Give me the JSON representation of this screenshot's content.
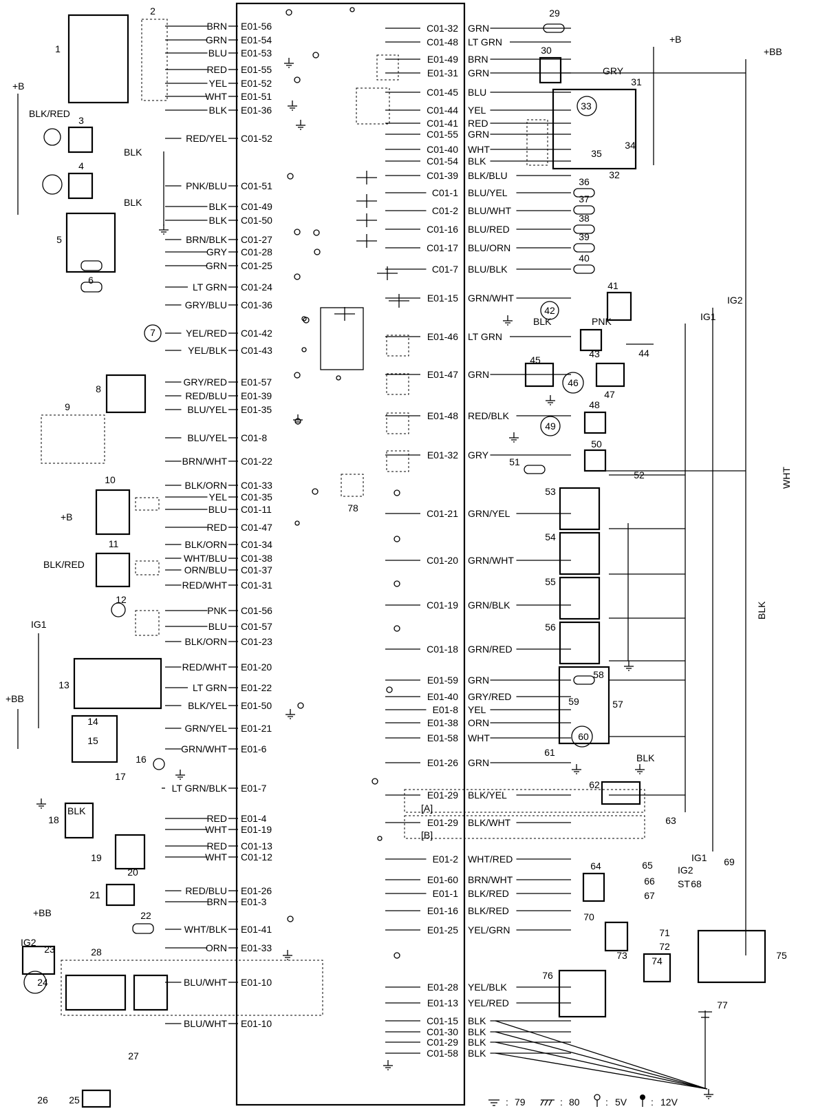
{
  "ecu_left_pins": [
    {
      "wire": "BRN",
      "pin": "E01-56"
    },
    {
      "wire": "GRN",
      "pin": "E01-54"
    },
    {
      "wire": "BLU",
      "pin": "E01-53"
    },
    {
      "wire": "RED",
      "pin": "E01-55"
    },
    {
      "wire": "YEL",
      "pin": "E01-52"
    },
    {
      "wire": "WHT",
      "pin": "E01-51"
    },
    {
      "wire": "BLK",
      "pin": "E01-36"
    },
    {
      "wire": "RED/YEL",
      "pin": "C01-52"
    },
    {
      "wire": "PNK/BLU",
      "pin": "C01-51"
    },
    {
      "wire": "BLK",
      "pin": "C01-49"
    },
    {
      "wire": "BLK",
      "pin": "C01-50"
    },
    {
      "wire": "BRN/BLK",
      "pin": "C01-27"
    },
    {
      "wire": "GRY",
      "pin": "C01-28"
    },
    {
      "wire": "GRN",
      "pin": "C01-25"
    },
    {
      "wire": "LT GRN",
      "pin": "C01-24"
    },
    {
      "wire": "GRY/BLU",
      "pin": "C01-36"
    },
    {
      "wire": "YEL/RED",
      "pin": "C01-42"
    },
    {
      "wire": "YEL/BLK",
      "pin": "C01-43"
    },
    {
      "wire": "GRY/RED",
      "pin": "E01-57"
    },
    {
      "wire": "RED/BLU",
      "pin": "E01-39"
    },
    {
      "wire": "BLU/YEL",
      "pin": "E01-35"
    },
    {
      "wire": "BLU/YEL",
      "pin": "C01-8"
    },
    {
      "wire": "BRN/WHT",
      "pin": "C01-22"
    },
    {
      "wire": "BLK/ORN",
      "pin": "C01-33"
    },
    {
      "wire": "YEL",
      "pin": "C01-35"
    },
    {
      "wire": "BLU",
      "pin": "C01-11"
    },
    {
      "wire": "RED",
      "pin": "C01-47"
    },
    {
      "wire": "BLK/ORN",
      "pin": "C01-34"
    },
    {
      "wire": "WHT/BLU",
      "pin": "C01-38"
    },
    {
      "wire": "ORN/BLU",
      "pin": "C01-37"
    },
    {
      "wire": "RED/WHT",
      "pin": "C01-31"
    },
    {
      "wire": "PNK",
      "pin": "C01-56"
    },
    {
      "wire": "BLU",
      "pin": "C01-57"
    },
    {
      "wire": "BLK/ORN",
      "pin": "C01-23"
    },
    {
      "wire": "RED/WHT",
      "pin": "E01-20"
    },
    {
      "wire": "LT GRN",
      "pin": "E01-22"
    },
    {
      "wire": "BLK/YEL",
      "pin": "E01-50"
    },
    {
      "wire": "GRN/YEL",
      "pin": "E01-21"
    },
    {
      "wire": "GRN/WHT",
      "pin": "E01-6"
    },
    {
      "wire": "LT GRN/BLK",
      "pin": "E01-7"
    },
    {
      "wire": "RED",
      "pin": "E01-4"
    },
    {
      "wire": "WHT",
      "pin": "E01-19"
    },
    {
      "wire": "RED",
      "pin": "C01-13"
    },
    {
      "wire": "WHT",
      "pin": "C01-12"
    },
    {
      "wire": "RED/BLU",
      "pin": "E01-26"
    },
    {
      "wire": "BRN",
      "pin": "E01-3"
    },
    {
      "wire": "WHT/BLK",
      "pin": "E01-41"
    },
    {
      "wire": "ORN",
      "pin": "E01-33"
    },
    {
      "wire": "BLU/WHT",
      "pin": "E01-10"
    },
    {
      "wire": "BLU/WHT",
      "pin": "E01-10"
    }
  ],
  "ecu_right_pins": [
    {
      "pin": "C01-32",
      "wire": "GRN"
    },
    {
      "pin": "C01-48",
      "wire": "LT GRN"
    },
    {
      "pin": "E01-49",
      "wire": "BRN"
    },
    {
      "pin": "E01-31",
      "wire": "GRN"
    },
    {
      "pin": "C01-45",
      "wire": "BLU"
    },
    {
      "pin": "C01-44",
      "wire": "YEL"
    },
    {
      "pin": "C01-41",
      "wire": "RED"
    },
    {
      "pin": "C01-55",
      "wire": "GRN"
    },
    {
      "pin": "C01-40",
      "wire": "WHT"
    },
    {
      "pin": "C01-54",
      "wire": "BLK"
    },
    {
      "pin": "C01-39",
      "wire": "BLK/BLU"
    },
    {
      "pin": "C01-1",
      "wire": "BLU/YEL"
    },
    {
      "pin": "C01-2",
      "wire": "BLU/WHT"
    },
    {
      "pin": "C01-16",
      "wire": "BLU/RED"
    },
    {
      "pin": "C01-17",
      "wire": "BLU/ORN"
    },
    {
      "pin": "C01-7",
      "wire": "BLU/BLK"
    },
    {
      "pin": "E01-15",
      "wire": "GRN/WHT"
    },
    {
      "pin": "E01-46",
      "wire": "LT GRN"
    },
    {
      "pin": "E01-47",
      "wire": "GRN"
    },
    {
      "pin": "E01-48",
      "wire": "RED/BLK"
    },
    {
      "pin": "E01-32",
      "wire": "GRY"
    },
    {
      "pin": "C01-21",
      "wire": "GRN/YEL"
    },
    {
      "pin": "C01-20",
      "wire": "GRN/WHT"
    },
    {
      "pin": "C01-19",
      "wire": "GRN/BLK"
    },
    {
      "pin": "C01-18",
      "wire": "GRN/RED"
    },
    {
      "pin": "E01-59",
      "wire": "GRN"
    },
    {
      "pin": "E01-40",
      "wire": "GRY/RED"
    },
    {
      "pin": "E01-8",
      "wire": "YEL"
    },
    {
      "pin": "E01-38",
      "wire": "ORN"
    },
    {
      "pin": "E01-58",
      "wire": "WHT"
    },
    {
      "pin": "E01-26",
      "wire": "GRN"
    },
    {
      "pin": "E01-29",
      "wire": "BLK/YEL"
    },
    {
      "pin": "E01-29",
      "wire": "BLK/WHT"
    },
    {
      "pin": "E01-2",
      "wire": "WHT/RED"
    },
    {
      "pin": "E01-60",
      "wire": "BRN/WHT"
    },
    {
      "pin": "E01-1",
      "wire": "BLK/RED"
    },
    {
      "pin": "E01-16",
      "wire": "BLK/RED"
    },
    {
      "pin": "E01-25",
      "wire": "YEL/GRN"
    },
    {
      "pin": "E01-28",
      "wire": "YEL/BLK"
    },
    {
      "pin": "E01-13",
      "wire": "YEL/RED"
    },
    {
      "pin": "C01-15",
      "wire": "BLK"
    },
    {
      "pin": "C01-30",
      "wire": "BLK"
    },
    {
      "pin": "C01-29",
      "wire": "BLK"
    },
    {
      "pin": "C01-58",
      "wire": "BLK"
    }
  ],
  "component_numbers": [
    "1",
    "2",
    "3",
    "4",
    "5",
    "6",
    "7",
    "8",
    "9",
    "10",
    "11",
    "12",
    "13",
    "14",
    "15",
    "16",
    "17",
    "18",
    "19",
    "20",
    "21",
    "22",
    "23",
    "24",
    "25",
    "26",
    "27",
    "28",
    "29",
    "30",
    "31",
    "32",
    "33",
    "34",
    "35",
    "36",
    "37",
    "38",
    "39",
    "40",
    "41",
    "42",
    "43",
    "44",
    "45",
    "46",
    "47",
    "48",
    "49",
    "50",
    "51",
    "52",
    "53",
    "54",
    "55",
    "56",
    "57",
    "58",
    "59",
    "60",
    "61",
    "62",
    "63",
    "64",
    "65",
    "66",
    "67",
    "68",
    "69",
    "70",
    "71",
    "72",
    "73",
    "74",
    "75",
    "76",
    "77",
    "78"
  ],
  "supply_labels": {
    "plus_b": "+B",
    "plus_bb": "+BB",
    "ig1": "IG1",
    "ig2": "IG2",
    "st": "ST"
  },
  "misc_labels": {
    "blk_red": "BLK/RED",
    "blk": "BLK",
    "pnk": "PNK",
    "gry": "GRY",
    "wht": "WHT",
    "bracket_a": "[A]",
    "bracket_b": "[B]"
  },
  "legend": [
    {
      "symbol": "ground-icon",
      "value": "79"
    },
    {
      "symbol": "chassis-ground-icon",
      "value": "80"
    },
    {
      "symbol": "open-terminal-icon",
      "value": "5V"
    },
    {
      "symbol": "filled-terminal-icon",
      "value": "12V"
    }
  ]
}
